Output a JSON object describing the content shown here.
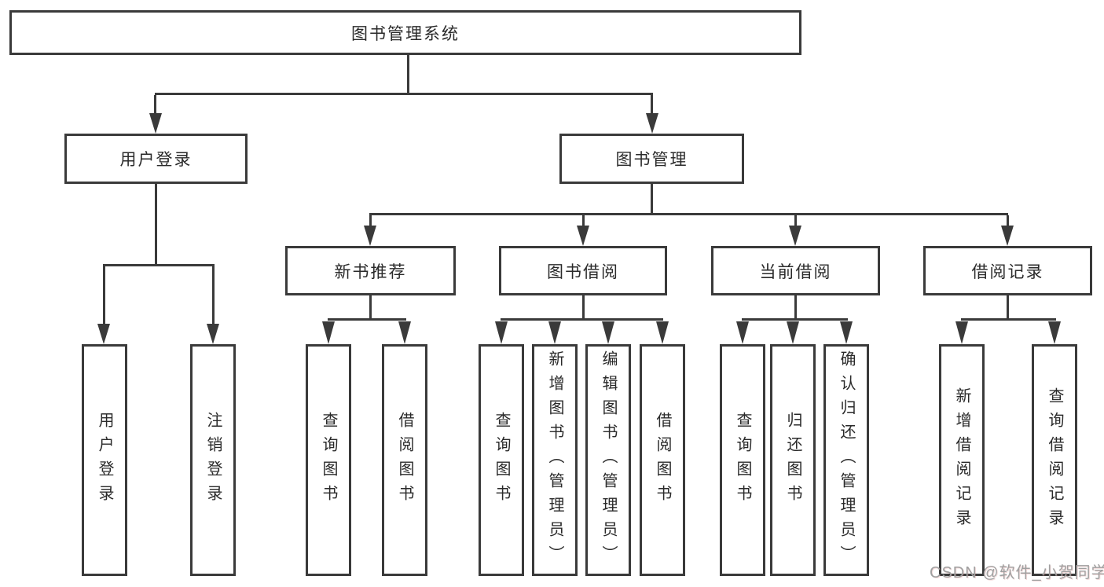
{
  "tree": {
    "label": "图书管理系统",
    "children": [
      {
        "label": "用户登录",
        "children": [
          {
            "label": "用户登录"
          },
          {
            "label": "注销登录"
          }
        ]
      },
      {
        "label": "图书管理",
        "children": [
          {
            "label": "新书推荐",
            "children": [
              {
                "label": "查询图书"
              },
              {
                "label": "借阅图书"
              }
            ]
          },
          {
            "label": "图书借阅",
            "children": [
              {
                "label": "查询图书"
              },
              {
                "label": "新增图书（管理员）"
              },
              {
                "label": "编辑图书（管理员）"
              },
              {
                "label": "借阅图书"
              }
            ]
          },
          {
            "label": "当前借阅",
            "children": [
              {
                "label": "查询图书"
              },
              {
                "label": "归还图书"
              },
              {
                "label": "确认归还（管理员）"
              }
            ]
          },
          {
            "label": "借阅记录",
            "children": [
              {
                "label": "新增借阅记录"
              },
              {
                "label": "查询借阅记录"
              }
            ]
          }
        ]
      }
    ]
  },
  "watermark": {
    "text": "CSDN @软件_小贺同学"
  },
  "colors": {
    "line": "#3a3a3a",
    "text": "#2a2a2a",
    "watermark": "#a0a0a0",
    "background": "#ffffff"
  }
}
